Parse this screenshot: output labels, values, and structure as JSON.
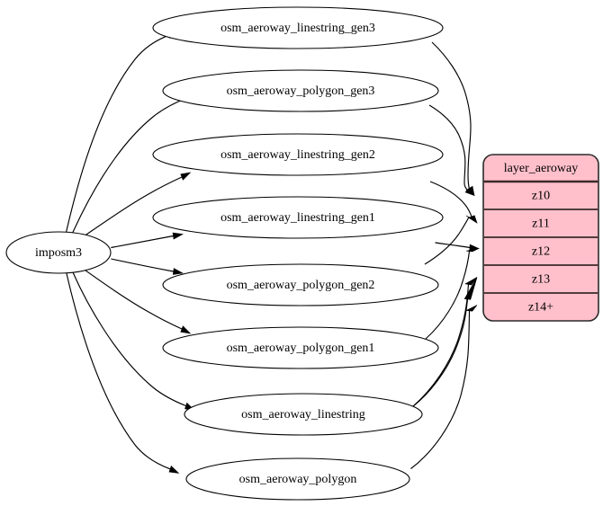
{
  "diagram": {
    "type": "directed-graph",
    "title": "imposm3 aeroway layer dependency graph",
    "background_color": "#ffffff",
    "source_node": {
      "id": "imposm3",
      "label": "imposm3",
      "shape": "ellipse",
      "fill_color": "#ffffff",
      "border_color": "#000000"
    },
    "table_fill_color": "#ffc0cb",
    "table_border_color": "#2b2b2b",
    "edge_color": "#000000",
    "intermediate_nodes": [
      {
        "id": "osm_aeroway_linestring_gen3",
        "label": "osm_aeroway_linestring_gen3",
        "shape": "ellipse"
      },
      {
        "id": "osm_aeroway_polygon_gen3",
        "label": "osm_aeroway_polygon_gen3",
        "shape": "ellipse"
      },
      {
        "id": "osm_aeroway_linestring_gen2",
        "label": "osm_aeroway_linestring_gen2",
        "shape": "ellipse"
      },
      {
        "id": "osm_aeroway_linestring_gen1",
        "label": "osm_aeroway_linestring_gen1",
        "shape": "ellipse"
      },
      {
        "id": "osm_aeroway_polygon_gen2",
        "label": "osm_aeroway_polygon_gen2",
        "shape": "ellipse"
      },
      {
        "id": "osm_aeroway_polygon_gen1",
        "label": "osm_aeroway_polygon_gen1",
        "shape": "ellipse"
      },
      {
        "id": "osm_aeroway_linestring",
        "label": "osm_aeroway_linestring",
        "shape": "ellipse"
      },
      {
        "id": "osm_aeroway_polygon",
        "label": "osm_aeroway_polygon",
        "shape": "ellipse"
      }
    ],
    "target_table": {
      "id": "layer_aeroway",
      "header": "layer_aeroway",
      "rows": [
        {
          "id": "z10",
          "label": "z10"
        },
        {
          "id": "z11",
          "label": "z11"
        },
        {
          "id": "z12",
          "label": "z12"
        },
        {
          "id": "z13",
          "label": "z13"
        },
        {
          "id": "z14",
          "label": "z14+"
        }
      ]
    },
    "edges": [
      {
        "from": "imposm3",
        "to": "osm_aeroway_linestring_gen3"
      },
      {
        "from": "imposm3",
        "to": "osm_aeroway_polygon_gen3"
      },
      {
        "from": "imposm3",
        "to": "osm_aeroway_linestring_gen2"
      },
      {
        "from": "imposm3",
        "to": "osm_aeroway_linestring_gen1"
      },
      {
        "from": "imposm3",
        "to": "osm_aeroway_polygon_gen2"
      },
      {
        "from": "imposm3",
        "to": "osm_aeroway_polygon_gen1"
      },
      {
        "from": "imposm3",
        "to": "osm_aeroway_linestring"
      },
      {
        "from": "imposm3",
        "to": "osm_aeroway_polygon"
      },
      {
        "from": "osm_aeroway_linestring_gen3",
        "to": "z10"
      },
      {
        "from": "osm_aeroway_polygon_gen3",
        "to": "z10"
      },
      {
        "from": "osm_aeroway_linestring_gen2",
        "to": "z11"
      },
      {
        "from": "osm_aeroway_linestring_gen1",
        "to": "z12"
      },
      {
        "from": "osm_aeroway_polygon_gen2",
        "to": "z11"
      },
      {
        "from": "osm_aeroway_polygon_gen1",
        "to": "z12"
      },
      {
        "from": "osm_aeroway_linestring",
        "to": "z13"
      },
      {
        "from": "osm_aeroway_polygon",
        "to": "z14"
      }
    ]
  }
}
